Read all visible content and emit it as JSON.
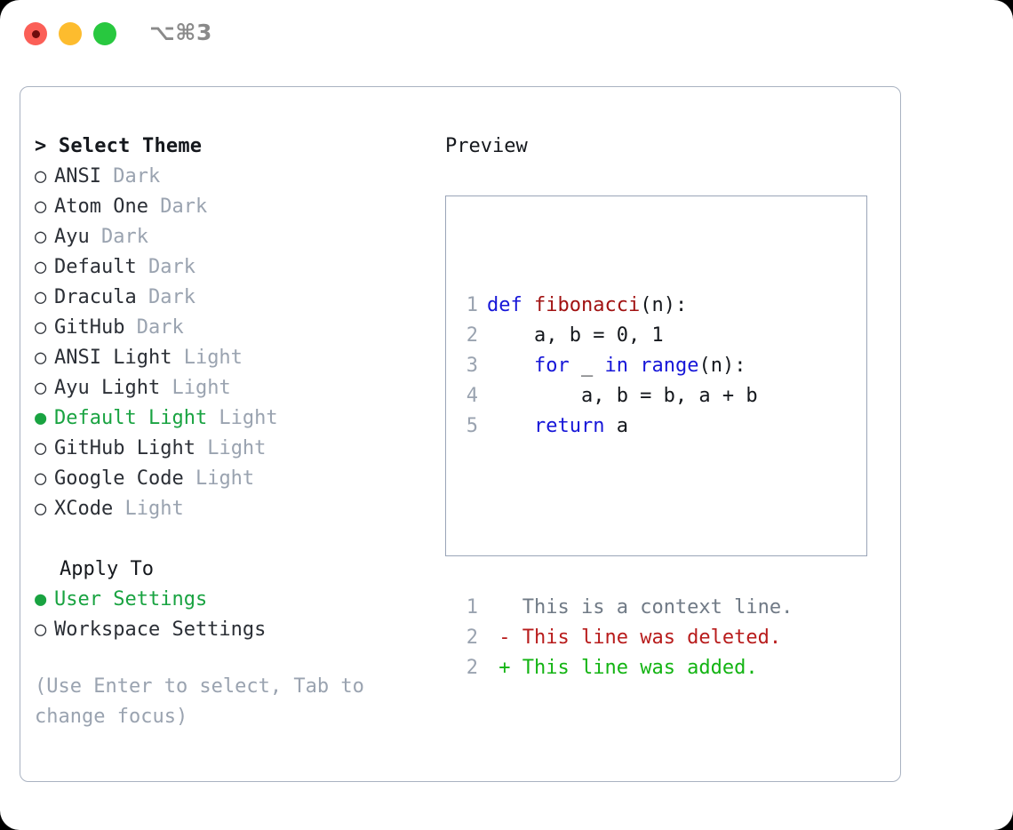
{
  "window": {
    "shortcut_label": "⌥⌘3",
    "traffic_lights": [
      {
        "name": "close",
        "color": "#fb5f57"
      },
      {
        "name": "minimize",
        "color": "#fdbc2e"
      },
      {
        "name": "zoom",
        "color": "#28c83f"
      }
    ]
  },
  "theme_list": {
    "header": "> Select Theme",
    "items": [
      {
        "bullet": "○",
        "name": "ANSI",
        "tag": "Dark",
        "selected": false
      },
      {
        "bullet": "○",
        "name": "Atom One",
        "tag": "Dark",
        "selected": false
      },
      {
        "bullet": "○",
        "name": "Ayu",
        "tag": "Dark",
        "selected": false
      },
      {
        "bullet": "○",
        "name": "Default",
        "tag": "Dark",
        "selected": false
      },
      {
        "bullet": "○",
        "name": "Dracula",
        "tag": "Dark",
        "selected": false
      },
      {
        "bullet": "○",
        "name": "GitHub",
        "tag": "Dark",
        "selected": false
      },
      {
        "bullet": "○",
        "name": "ANSI Light",
        "tag": "Light",
        "selected": false
      },
      {
        "bullet": "○",
        "name": "Ayu Light",
        "tag": "Light",
        "selected": false
      },
      {
        "bullet": "●",
        "name": "Default Light",
        "tag": "Light",
        "selected": true
      },
      {
        "bullet": "○",
        "name": "GitHub Light",
        "tag": "Light",
        "selected": false
      },
      {
        "bullet": "○",
        "name": "Google Code",
        "tag": "Light",
        "selected": false
      },
      {
        "bullet": "○",
        "name": "XCode",
        "tag": "Light",
        "selected": false
      }
    ]
  },
  "apply_to": {
    "header": "Apply To",
    "options": [
      {
        "bullet": "●",
        "label": "User Settings",
        "selected": true
      },
      {
        "bullet": "○",
        "label": "Workspace Settings",
        "selected": false
      }
    ]
  },
  "hint": "(Use Enter to select, Tab to change focus)",
  "preview": {
    "title": "Preview",
    "code_lines": [
      {
        "num": "1",
        "tokens": [
          {
            "t": "def ",
            "c": "kw"
          },
          {
            "t": "fibonacci",
            "c": "fn"
          },
          {
            "t": "(n):",
            "c": "pl"
          }
        ]
      },
      {
        "num": "2",
        "tokens": [
          {
            "t": "    a, b = 0, 1",
            "c": "pl"
          }
        ]
      },
      {
        "num": "3",
        "tokens": [
          {
            "t": "    ",
            "c": "pl"
          },
          {
            "t": "for",
            "c": "kw"
          },
          {
            "t": " _ ",
            "c": "pl"
          },
          {
            "t": "in ",
            "c": "kw"
          },
          {
            "t": "range",
            "c": "kw"
          },
          {
            "t": "(n):",
            "c": "pl"
          }
        ]
      },
      {
        "num": "4",
        "tokens": [
          {
            "t": "        a, b = b, a + b",
            "c": "pl"
          }
        ]
      },
      {
        "num": "5",
        "tokens": [
          {
            "t": "    ",
            "c": "pl"
          },
          {
            "t": "return",
            "c": "kw"
          },
          {
            "t": " a",
            "c": "pl"
          }
        ]
      }
    ],
    "diff_lines": [
      {
        "num": "1",
        "marker": " ",
        "text": "This is a context line.",
        "kind": "ctx"
      },
      {
        "num": "2",
        "marker": "-",
        "text": "This line was deleted.",
        "kind": "del"
      },
      {
        "num": "2",
        "marker": "+",
        "text": "This line was added.",
        "kind": "add"
      }
    ]
  },
  "colors": {
    "accent_green": "#19a341",
    "muted": "#9aa3b0",
    "keyword_blue": "#1616d8",
    "function_red": "#a11212",
    "diff_add": "#13b413",
    "diff_del": "#b81c1c",
    "panel_border": "#a9b2c1",
    "preview_border": "#9aa5b8"
  }
}
